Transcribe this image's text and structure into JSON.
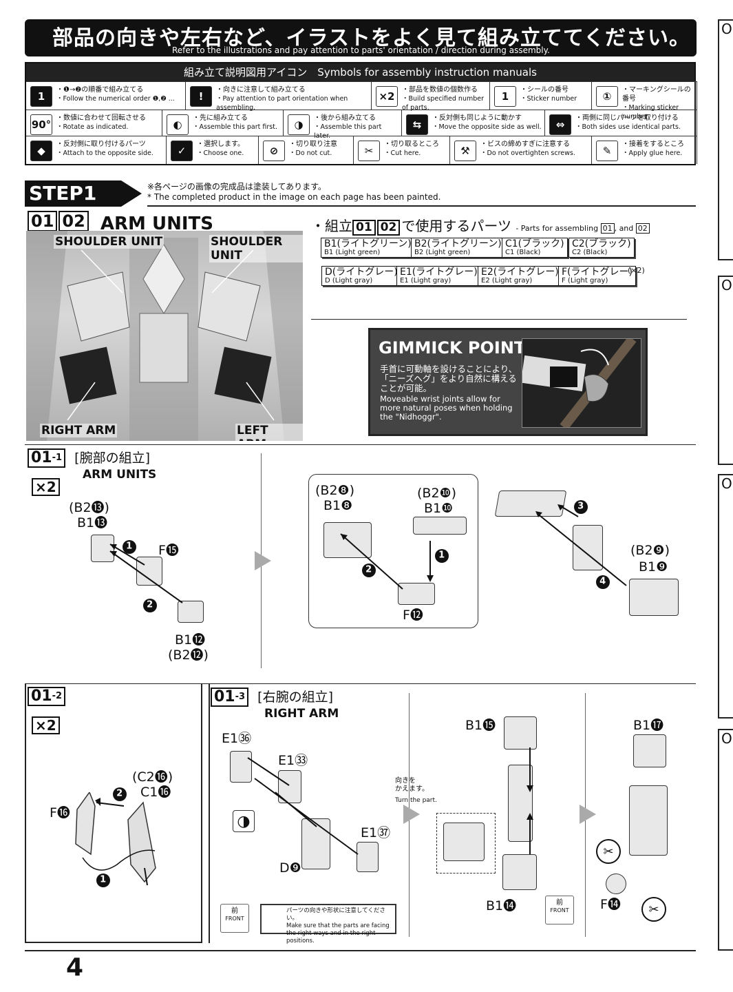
{
  "banner": {
    "jp": "部品の向きや左右など、イラストをよく見て組み立ててください。",
    "en": "Refer to the illustrations and pay attention to parts' orientation / direction during assembly."
  },
  "symbols": {
    "header": "組み立て説明図用アイコン　Symbols for assembly instruction manuals",
    "items": [
      {
        "icon": "1",
        "jp": "・❶→❷の順番で組み立てる",
        "en": "・Follow the numerical order ❶,❷ ..."
      },
      {
        "icon": "!",
        "jp": "・向きに注意して組み立てる",
        "en": "・Pay attention to part orientation when assembling."
      },
      {
        "icon": "×2",
        "jp": "・部品を数値の個数作る",
        "en": "・Build specified number of parts."
      },
      {
        "icon": "1",
        "jp": "・シールの番号",
        "en": "・Sticker number"
      },
      {
        "icon": "①",
        "jp": "・マーキングシールの番号",
        "en": "・Marking sticker number"
      },
      {
        "icon": "90°",
        "jp": "・数値に合わせて回転させる",
        "en": "・Rotate as indicated."
      },
      {
        "icon": "◐",
        "jp": "・先に組み立てる",
        "en": "・Assemble this part first."
      },
      {
        "icon": "◑",
        "jp": "・後から組み立てる",
        "en": "・Assemble this part later."
      },
      {
        "icon": "⇆",
        "jp": "・反対側も同じように動かす",
        "en": "・Move the opposite side as well."
      },
      {
        "icon": "⇔",
        "jp": "・両側に同じパーツを取り付ける",
        "en": "・Both sides use identical parts."
      },
      {
        "icon": "◆",
        "jp": "・反対側に取り付けるパーツ",
        "en": "・Attach to the opposite side."
      },
      {
        "icon": "✓",
        "jp": "・選択します。",
        "en": "・Choose one."
      },
      {
        "icon": "⊘",
        "jp": "・切り取り注意",
        "en": "・Do not cut."
      },
      {
        "icon": "✂",
        "jp": "・切り取るところ",
        "en": "・Cut here."
      },
      {
        "icon": "⚒",
        "jp": "・ビスの締めすぎに注意する",
        "en": "・Do not overtighten screws."
      },
      {
        "icon": "✎",
        "jp": "・接着をするところ",
        "en": "・Apply glue here."
      }
    ]
  },
  "step": {
    "label": "STEP1",
    "note_jp": "※各ページの画像の完成品は塗装してあります。",
    "note_en": "* The completed product in the image on each page has been painted."
  },
  "arm_units": {
    "nums": [
      "01",
      "02"
    ],
    "title": "ARM UNITS",
    "photo_labels": {
      "shoulder_left": "SHOULDER UNIT",
      "shoulder_right": "SHOULDER UNIT",
      "right_arm": "RIGHT ARM",
      "left_arm": "LEFT ARM"
    }
  },
  "parts_list": {
    "title_pre": "・組立",
    "title_post": "で使用するパーツ",
    "title_en": "- Parts for assembling",
    "title_en_and": ", and",
    "items": [
      {
        "code": "B1(ライトグリーン)",
        "en": "B1 (Light green)"
      },
      {
        "code": "B2(ライトグリーン)",
        "en": "B2 (Light green)"
      },
      {
        "code": "C1(ブラック)",
        "en": "C1 (Black)"
      },
      {
        "code": "C2(ブラック)",
        "en": "C2 (Black)"
      },
      {
        "code": "D(ライトグレー)",
        "en": "D (Light gray)"
      },
      {
        "code": "E1(ライトグレー)",
        "en": "E1 (Light gray)"
      },
      {
        "code": "E2(ライトグレー)",
        "en": "E2 (Light gray)"
      },
      {
        "code": "F(ライトグレー)",
        "en": "F (Light gray)"
      }
    ],
    "f_count": "(×2)"
  },
  "gimmick": {
    "head": "GIMMICK POINT",
    "jp": "手首に可動軸を設けることにより、「ニーズヘグ」をより自然に構えることが可能。",
    "en": "Moveable wrist joints allow for more natural poses when holding the \"Nidhoggr\"."
  },
  "step01_1": {
    "num": "01",
    "sub": "-1",
    "jp": "[腕部の組立]",
    "en": "ARM UNITS",
    "count": "×2",
    "labels": {
      "b2_13": "(B2⓭)",
      "b1_13": "B1⓭",
      "f15": "F⓯",
      "b1_12": "B1⓬",
      "b2_12": "(B2⓬)",
      "b2_8": "(B2❽)",
      "b1_8": "B1❽",
      "b2_10": "(B2❿)",
      "b1_10": "B1❿",
      "f12": "F⓬",
      "b2_9": "(B2❾)",
      "b1_9": "B1❾"
    },
    "steps": [
      "1",
      "2",
      "3",
      "4"
    ]
  },
  "step01_2": {
    "num": "01",
    "sub": "-2",
    "count": "×2",
    "labels": {
      "c2_16": "(C2⓰)",
      "c1_16": "C1⓰",
      "f16": "F⓰"
    }
  },
  "step01_3": {
    "num": "01",
    "sub": "-3",
    "jp": "[右腕の組立]",
    "en": "RIGHT ARM",
    "labels": {
      "e1_36": "E1㊱",
      "e1_33": "E1㉝",
      "e1_37": "E1㊲",
      "d9": "D❾",
      "b1_15": "B1⓯",
      "b1_14": "B1⓮",
      "b1_17": "B1⓱",
      "f14": "F⓮"
    },
    "turn_jp": "向きを\nかえます。",
    "turn_en": "Turn the part.",
    "front": "FRONT",
    "front_jp": "前",
    "caution_jp": "パーツの向きや形状に注意してください。",
    "caution_en": "Make sure that the parts are facing the right ways and in the right positions."
  },
  "page_number": "4",
  "side_tabs": [
    "O",
    "O",
    "O",
    "O"
  ]
}
